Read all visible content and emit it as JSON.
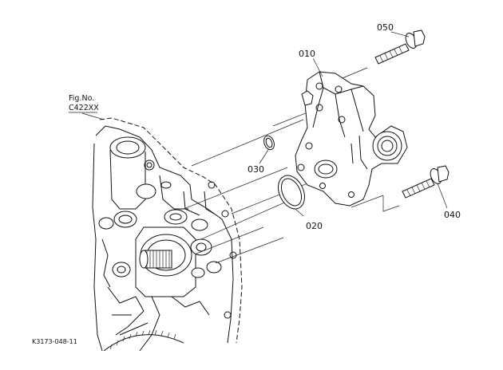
{
  "figure": {
    "fig_label": "Fig.No.",
    "fig_number": "C422XX",
    "drawing_code": "K3173-048-11"
  },
  "callouts": [
    {
      "id": "010",
      "text": "010"
    },
    {
      "id": "020",
      "text": "020"
    },
    {
      "id": "030",
      "text": "030"
    },
    {
      "id": "040",
      "text": "040"
    },
    {
      "id": "050",
      "text": "050"
    }
  ]
}
